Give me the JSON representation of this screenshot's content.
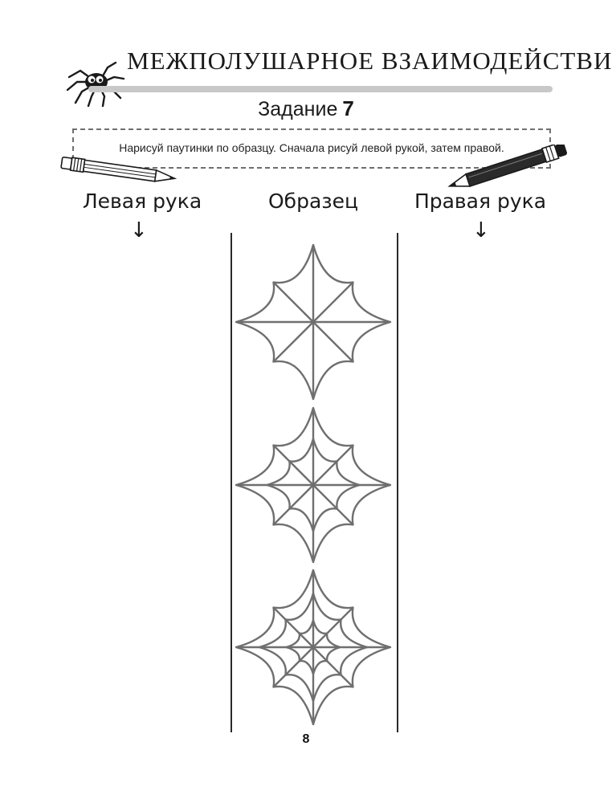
{
  "header": {
    "title": "МЕЖПОЛУШАРНОЕ  ВЗАИМОДЕЙСТВИЕ",
    "icon": "spider-icon"
  },
  "task": {
    "label": "Задание",
    "number": "7",
    "instruction": "Нарисуй паутинки по образцу. Сначала рисуй левой рукой, затем правой."
  },
  "columns": {
    "left": "Левая рука",
    "sample": "Образец",
    "right": "Правая рука"
  },
  "samples": [
    {
      "name": "web-simple",
      "rings": 1
    },
    {
      "name": "web-medium",
      "rings": 2
    },
    {
      "name": "web-complex",
      "rings": 3
    }
  ],
  "colors": {
    "line": "#6f6f6f",
    "text": "#1a1a1a",
    "bar": "#c8c8c8"
  },
  "page_number": "8"
}
